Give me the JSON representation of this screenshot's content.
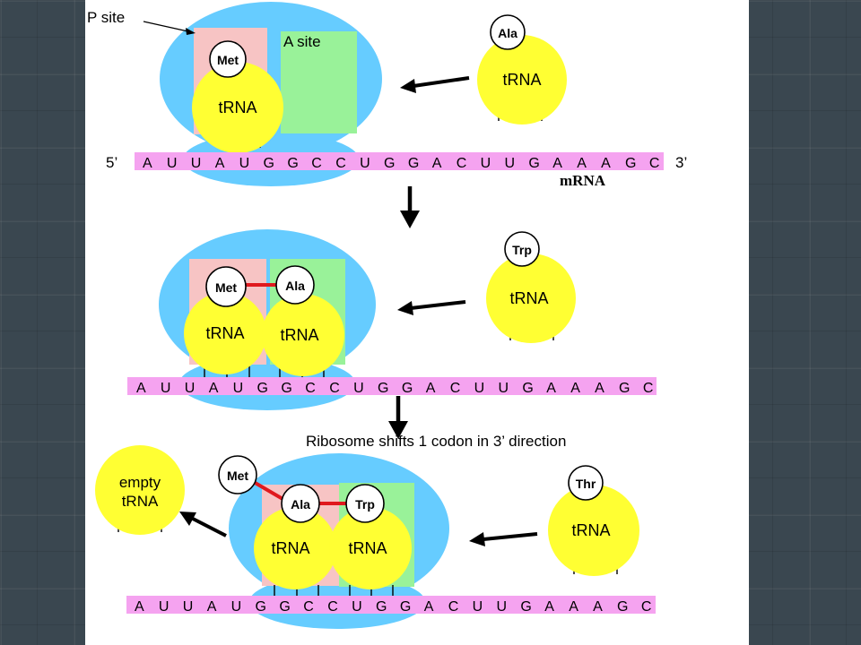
{
  "colors": {
    "ribosome": "#66ccff",
    "p_site": "#f7c4c4",
    "a_site": "#99f299",
    "trna": "#ffff33",
    "mrna": "#f5a3f0",
    "peptide_bond": "#e0191e",
    "text": "#000000"
  },
  "icons": {
    "arrow": "arrow-icon",
    "bond": "peptide-bond"
  },
  "labels": {
    "p_site": "P site",
    "a_site": "A site",
    "five_prime": "5’",
    "three_prime": "3’",
    "mrna": "mRNA",
    "shift_caption": "Ribosome shifts 1 codon in 3’ direction",
    "trna": "tRNA",
    "empty_trna_line1": "empty",
    "empty_trna_line2": "tRNA"
  },
  "mrna_sequence": [
    "A",
    "U",
    "U",
    "A",
    "U",
    "G",
    "G",
    "C",
    "C",
    "U",
    "G",
    "G",
    "A",
    "C",
    "U",
    "U",
    "G",
    "A",
    "A",
    "A",
    "G",
    "C"
  ],
  "amino_acids": {
    "met": "Met",
    "ala": "Ala",
    "trp": "Trp",
    "thr": "Thr"
  },
  "panels": [
    {
      "id": "panel-1",
      "incoming": "Ala",
      "p_site_aa": [
        "Met"
      ],
      "a_site_aa": []
    },
    {
      "id": "panel-2",
      "incoming": "Trp",
      "p_site_aa": [
        "Met"
      ],
      "a_site_aa": [
        "Ala"
      ]
    },
    {
      "id": "panel-3",
      "incoming": "Thr",
      "outgoing": "empty tRNA",
      "p_site_aa": [
        "Met",
        "Ala"
      ],
      "a_site_aa": [
        "Trp"
      ]
    }
  ]
}
